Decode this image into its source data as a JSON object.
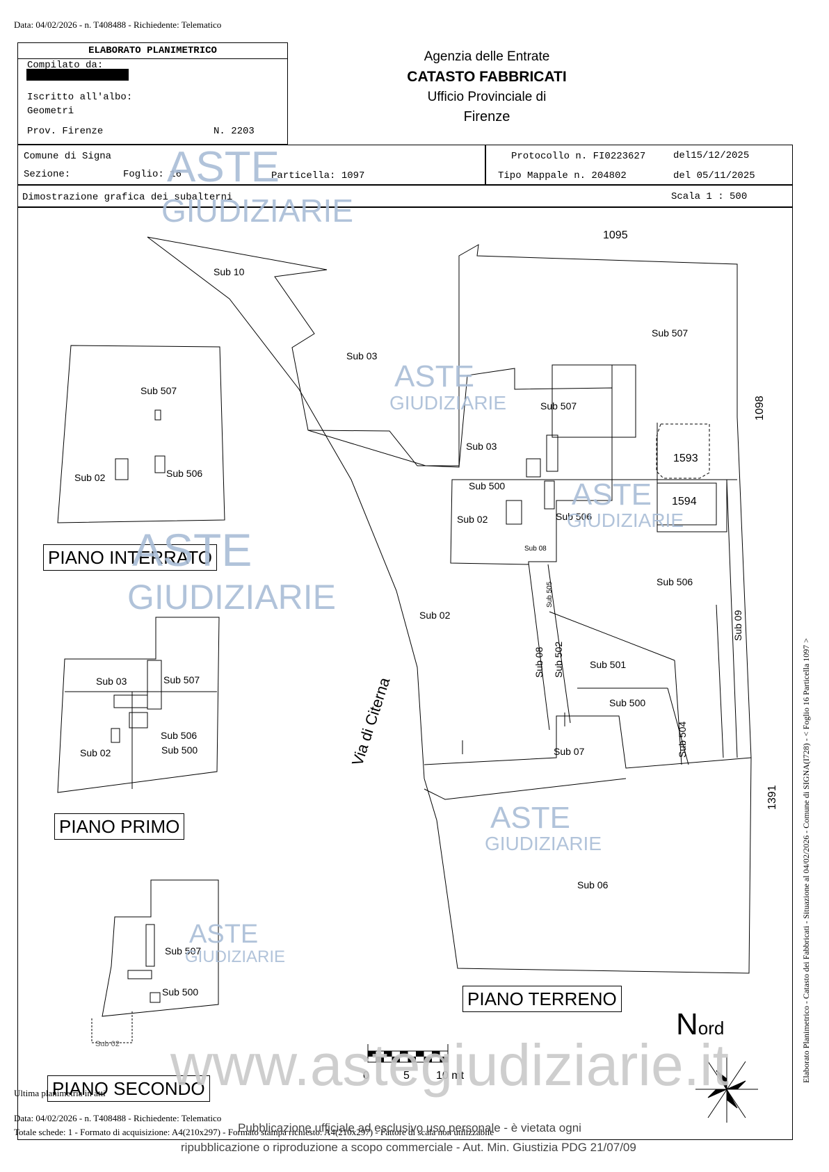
{
  "header_line": "Data: 04/02/2026 - n. T408488 - Richiedente: Telematico",
  "elaborato": {
    "title": "ELABORATO PLANIMETRICO",
    "compilato": "Compilato da:",
    "iscritto": "Iscritto all'albo:",
    "albo": "Geometri",
    "prov": "Prov. Firenze",
    "numero": "N. 2203"
  },
  "agency": {
    "line1": "Agenzia delle Entrate",
    "line2": "CATASTO FABBRICATI",
    "line3": "Ufficio Provinciale di",
    "line4": "Firenze"
  },
  "info": {
    "comune": "Comune di Signa",
    "sezione": "Sezione:",
    "foglio": "Foglio: 16",
    "particella": "Particella: 1097",
    "protocollo": "Protocollo n. FI0223627",
    "protocollo_del": "del15/12/2025",
    "tipo_mappale": "Tipo Mappale n. 204802",
    "tipo_del": "del 05/11/2025",
    "dimostrazione": "Dimostrazione grafica dei subalterni",
    "scala": "Scala 1 : 500"
  },
  "floors": {
    "interrato": "PIANO INTERRATO",
    "primo": "PIANO PRIMO",
    "secondo": "PIANO SECONDO",
    "terreno": "PIANO TERRENO"
  },
  "labels": {
    "p1095": "1095",
    "p1098": "1098",
    "p1391": "1391",
    "p1593": "1593",
    "p1594": "1594",
    "street": "Via di Citerna",
    "sub10": "Sub 10",
    "sub03": "Sub 03",
    "sub507": "Sub 507",
    "sub500": "Sub 500",
    "sub02": "Sub 02",
    "sub506": "Sub 506",
    "sub08": "Sub 08",
    "sub505": "Sub 505",
    "sub502": "Sub 502",
    "sub501": "Sub 501",
    "sub504": "Sub 504",
    "sub09": "Sub 09",
    "sub07": "Sub 07",
    "sub06": "Sub 06"
  },
  "scale_bar": {
    "t0": "0",
    "t5": "5",
    "t10": "10 mt"
  },
  "north": {
    "big": "N",
    "rest": "ord"
  },
  "watermark": {
    "aste": "ASTE",
    "giudiziarie": "GIUDIZIARIE",
    "site": "www.astegiudiziarie.it"
  },
  "side_text": "Elaborato Planimetrico - Catasto dei Fabbricati - Situazione al 04/02/2026 - Comune di SIGNA(I728) - < Foglio 16 Particella 1097 >",
  "footer": {
    "ultima": "Ultima planimetria in atti",
    "data": "Data: 04/02/2026 - n. T408488 - Richiedente: Telematico",
    "totale": "Totale schede: 1 - Formato di acquisizione: A4(210x297) - Formato stampa richiesto: A4(210x297) - Fattore di scala non utilizzabile",
    "pub1": "Pubblicazione ufficiale ad esclusivo uso personale - è vietata ogni",
    "pub2": "ripubblicazione o riproduzione a scopo commerciale - Aut. Min. Giustizia PDG 21/07/09"
  }
}
